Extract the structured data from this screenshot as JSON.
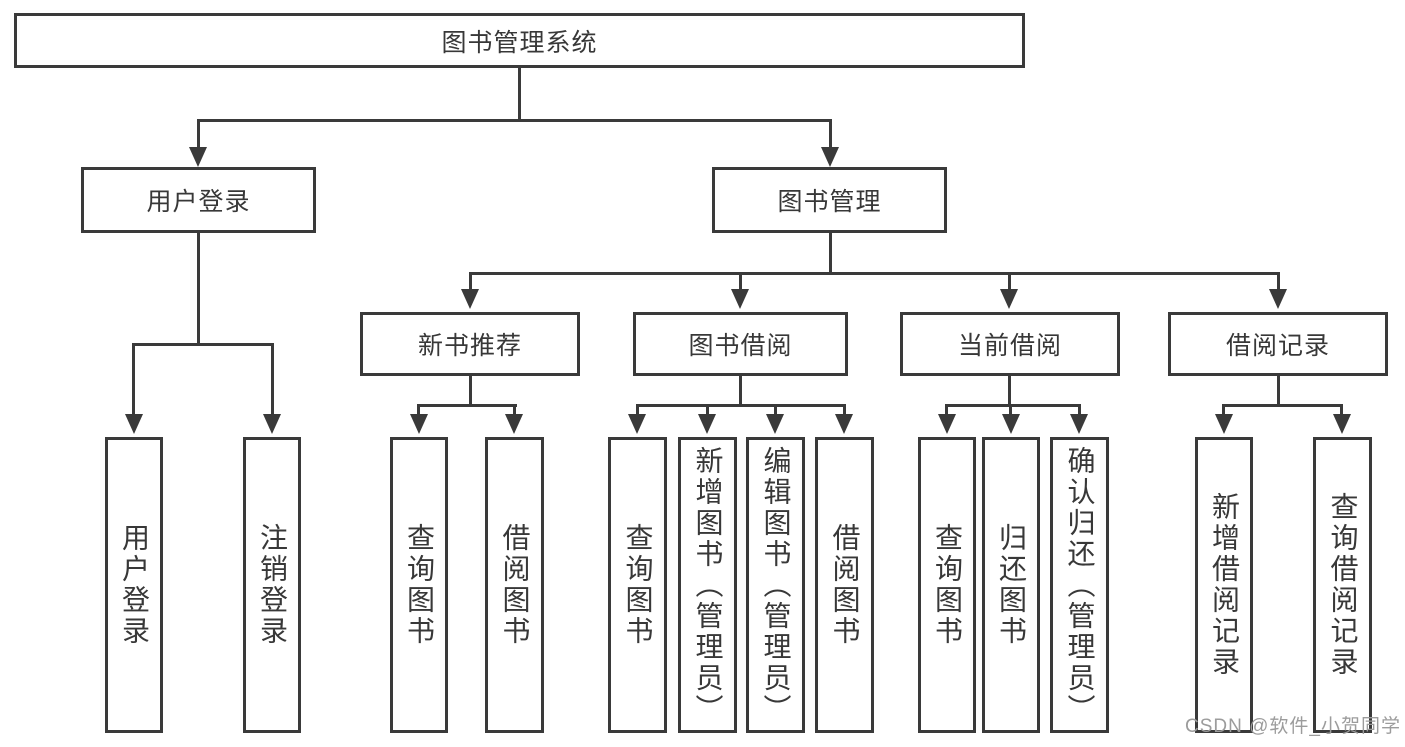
{
  "colors": {
    "line": "#3a3a3a",
    "text": "#383838",
    "background": "#ffffff",
    "watermark": "#9c9c9c"
  },
  "watermark": {
    "text": "CSDN @软件_小贺同学"
  },
  "diagram_type": "tree",
  "hierarchy": {
    "label": "图书管理系统",
    "children": [
      {
        "label": "用户登录",
        "children": [
          {
            "label": "用户登录"
          },
          {
            "label": "注销登录"
          }
        ]
      },
      {
        "label": "图书管理",
        "children": [
          {
            "label": "新书推荐",
            "children": [
              {
                "label": "查询图书"
              },
              {
                "label": "借阅图书"
              }
            ]
          },
          {
            "label": "图书借阅",
            "children": [
              {
                "label": "查询图书"
              },
              {
                "label": "新增图书（管理员）"
              },
              {
                "label": "编辑图书（管理员）"
              },
              {
                "label": "借阅图书"
              }
            ]
          },
          {
            "label": "当前借阅",
            "children": [
              {
                "label": "查询图书"
              },
              {
                "label": "归还图书"
              },
              {
                "label": "确认归还（管理员）"
              }
            ]
          },
          {
            "label": "借阅记录",
            "children": [
              {
                "label": "新增借阅记录"
              },
              {
                "label": "查询借阅记录"
              }
            ]
          }
        ]
      }
    ]
  }
}
